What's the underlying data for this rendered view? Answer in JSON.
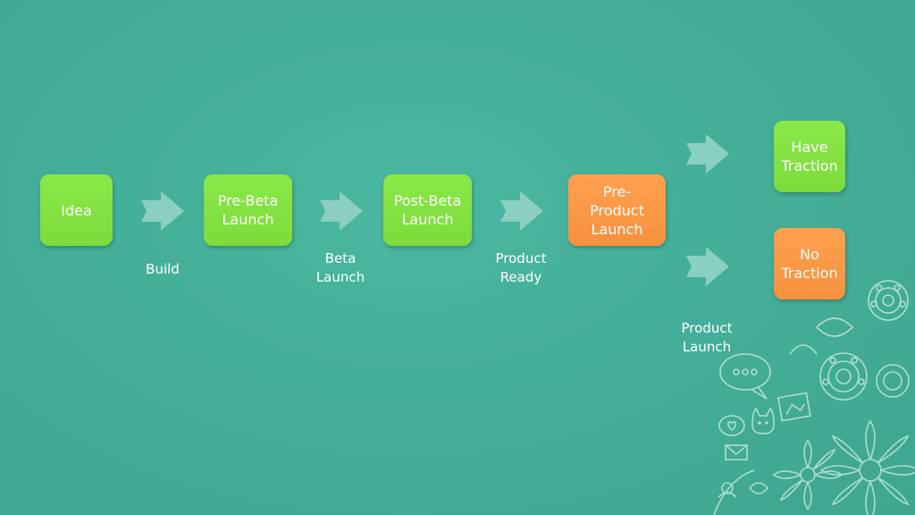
{
  "nodes": {
    "idea": "Idea",
    "pre_beta": "Pre-Beta\nLaunch",
    "post_beta": "Post-Beta\nLaunch",
    "pre_product": "Pre-\nProduct\nLaunch",
    "have_traction": "Have\nTraction",
    "no_traction": "No\nTraction"
  },
  "labels": {
    "build": "Build",
    "beta_launch": "Beta\nLaunch",
    "product_ready": "Product\nReady",
    "product_launch": "Product\nLaunch"
  },
  "colors": {
    "background": "#45b09a",
    "green_box": "#7fdd3d",
    "orange_box": "#f99543",
    "arrow": "#8fd1c4"
  }
}
